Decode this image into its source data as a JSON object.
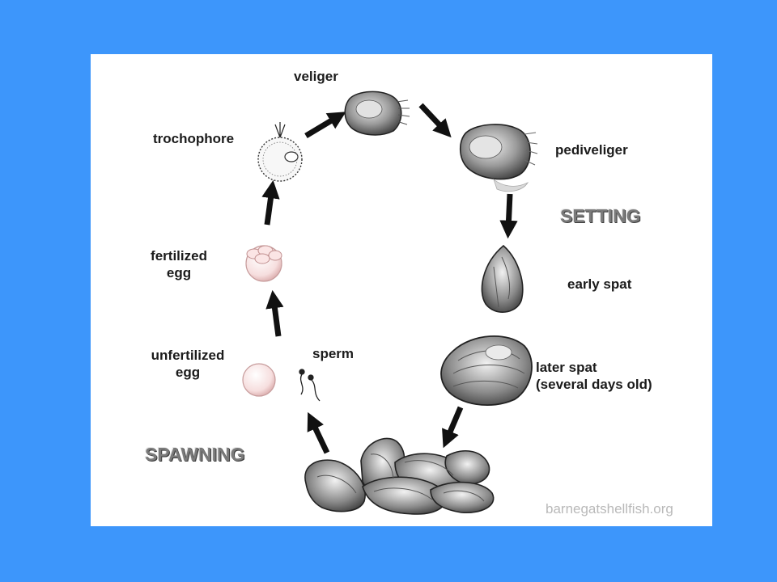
{
  "labels": {
    "veliger": "veliger",
    "trochophore": "trochophore",
    "pediveliger": "pediveliger",
    "fertilized_egg_line1": "fertilized",
    "fertilized_egg_line2": "egg",
    "unfertilized_egg_line1": "unfertilized",
    "unfertilized_egg_line2": "egg",
    "sperm": "sperm",
    "early_spat": "early spat",
    "later_spat_line1": "later spat",
    "later_spat_line2": "(several days old)"
  },
  "stages": {
    "setting": "SETTING",
    "spawning": "SPAWNING"
  },
  "credit": "barnegatshellfish.org",
  "colors": {
    "background": "#3d96fb",
    "panel": "#ffffff",
    "arrow": "#111111",
    "egg": "#f4d8d8"
  }
}
